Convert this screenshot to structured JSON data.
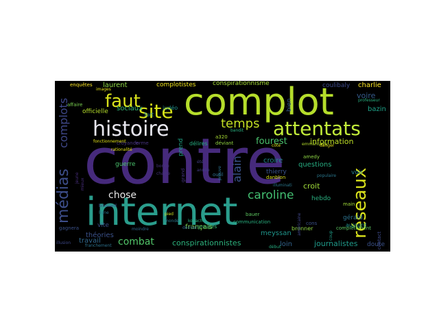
{
  "words": [
    {
      "text": "contre",
      "color": "#462a7c"
    },
    {
      "text": "internet",
      "color": "#2a9d8c"
    },
    {
      "text": "complot",
      "color": "#b5dd2b"
    },
    {
      "text": "histoire",
      "color": "#e8e7ef"
    },
    {
      "text": "attentats",
      "color": "#c2ec3a"
    },
    {
      "text": "réseaux",
      "color": "#d9e11c"
    },
    {
      "text": "site",
      "color": "#d8e219"
    },
    {
      "text": "faut",
      "color": "#d9e11c"
    },
    {
      "text": "médias",
      "color": "#3d4e8a"
    },
    {
      "text": "complots",
      "color": "#3f4889"
    },
    {
      "text": "temps",
      "color": "#c2df23"
    },
    {
      "text": "caroline",
      "color": "#43bf71"
    },
    {
      "text": "alain",
      "color": "#3a538b"
    },
    {
      "text": "fourest",
      "color": "#4ac16d"
    },
    {
      "text": "chose",
      "color": "#e8e8e8"
    },
    {
      "text": "combat",
      "color": "#52c569"
    },
    {
      "text": "conspirationnistes",
      "color": "#2db27d"
    },
    {
      "text": "journalistes",
      "color": "#1f9a8a"
    },
    {
      "text": "information",
      "color": "#bddf26"
    },
    {
      "text": "croit",
      "color": "#9fda3a"
    },
    {
      "text": "laurent",
      "color": "#8ed645"
    },
    {
      "text": "sociaux",
      "color": "#35b779"
    },
    {
      "text": "théories",
      "color": "#3b528b"
    },
    {
      "text": "travail",
      "color": "#31688e"
    },
    {
      "text": "français",
      "color": "#7ad151"
    },
    {
      "text": "thierry",
      "color": "#3a548c"
    },
    {
      "text": "croire",
      "color": "#23888e"
    },
    {
      "text": "questions",
      "color": "#27ad81"
    },
    {
      "text": "voir",
      "color": "#277f8e"
    },
    {
      "text": "voire",
      "color": "#365c8d"
    },
    {
      "text": "bazin",
      "color": "#1fa187"
    },
    {
      "text": "charlie",
      "color": "#fde725"
    },
    {
      "text": "coulibaly",
      "color": "#3e4a89"
    },
    {
      "text": "complotistes",
      "color": "#f1e51d"
    },
    {
      "text": "conspirationnisme",
      "color": "#a5db36"
    },
    {
      "text": "hebdo",
      "color": "#29af7f"
    },
    {
      "text": "gérald",
      "color": "#2c728e"
    },
    {
      "text": "bronner",
      "color": "#8ed645"
    },
    {
      "text": "meyssan",
      "color": "#1f958b"
    },
    {
      "text": "loin",
      "color": "#33638d"
    },
    {
      "text": "doute",
      "color": "#3b528b"
    },
    {
      "text": "aujourd",
      "color": "#21918c"
    },
    {
      "text": "bien",
      "color": "#365d8d"
    },
    {
      "text": "guerre",
      "color": "#4ac16d"
    },
    {
      "text": "officielle",
      "color": "#b5de2b"
    },
    {
      "text": "vite",
      "color": "#3b518b"
    },
    {
      "text": "judéo",
      "color": "#21918c"
    },
    {
      "text": "fort",
      "color": "#26828e"
    },
    {
      "text": "prend",
      "color": "#20a486"
    },
    {
      "text": "délires",
      "color": "#26ad81"
    },
    {
      "text": "amedy",
      "color": "#8ed645"
    },
    {
      "text": "danblon",
      "color": "#dde318"
    },
    {
      "text": "a320",
      "color": "#a8db34"
    },
    {
      "text": "déviant",
      "color": "#93d741"
    },
    {
      "text": "grand",
      "color": "#46337f"
    },
    {
      "text": "bonne",
      "color": "#46337f"
    },
    {
      "text": "chaîne",
      "color": "#46337f"
    },
    {
      "text": "croyance",
      "color": "#46337f"
    },
    {
      "text": "forme",
      "color": "#46337f"
    },
    {
      "text": "bauer",
      "color": "#46337f"
    },
    {
      "text": "communication",
      "color": "#46337f"
    },
    {
      "text": "groupes",
      "color": "#5ec962"
    },
    {
      "text": "début",
      "color": "#29af7f"
    },
    {
      "text": "dernier",
      "color": "#3fbc73"
    },
    {
      "text": "enquêtes",
      "color": "#27ad81"
    },
    {
      "text": "images",
      "color": "#31688e"
    },
    {
      "text": "contact",
      "color": "#fde725"
    },
    {
      "text": "emmanuelle",
      "color": "#e7e419"
    },
    {
      "text": "illuminati",
      "color": "#3e4a89"
    },
    {
      "text": "complètement",
      "color": "#b5de2b"
    },
    {
      "text": "main",
      "color": "#2a788e"
    },
    {
      "text": "coup",
      "color": "#5ec962"
    },
    {
      "text": "cons",
      "color": "#a0da39"
    },
    {
      "text": "américaine",
      "color": "#1f9e89"
    },
    {
      "text": "illusion",
      "color": "#3b528b"
    },
    {
      "text": "franchement",
      "color": "#404688"
    },
    {
      "text": "gagnera",
      "color": "#3e4989"
    },
    {
      "text": "moindre",
      "color": "#2c728e"
    },
    {
      "text": "brossard",
      "color": "#3b528b"
    },
    {
      "text": "ligne",
      "color": "#31688e"
    },
    {
      "text": "jeune",
      "color": "#3b528b"
    },
    {
      "text": "mieux",
      "color": "#2a788e"
    },
    {
      "text": "ailleurs",
      "color": "#2a788e"
    },
    {
      "text": "affaire",
      "color": "#472d7b"
    },
    {
      "text": "fonctionnement",
      "color": "#472d7b"
    },
    {
      "text": "rationalité",
      "color": "#7ad151"
    },
    {
      "text": "fin",
      "color": "#7ad151"
    },
    {
      "text": "paris",
      "color": "#e5e419"
    },
    {
      "text": "musulman",
      "color": "#e5e419"
    },
    {
      "text": "côté",
      "color": "#e5e419"
    },
    {
      "text": "danger",
      "color": "#e5e419"
    },
    {
      "text": "pied",
      "color": "#e5e419"
    },
    {
      "text": "monde",
      "color": "#e5e419"
    },
    {
      "text": "outil",
      "color": "#c8e020"
    },
    {
      "text": "genre",
      "color": "#2a788e"
    },
    {
      "text": "été",
      "color": "#2e6f8e"
    },
    {
      "text": "année",
      "color": "#2e6f8e"
    },
    {
      "text": "preuve",
      "color": "#433e85"
    },
    {
      "text": "donne",
      "color": "#433e85"
    },
    {
      "text": "officielles",
      "color": "#2c728e"
    },
    {
      "text": "juifs",
      "color": "#2c728e"
    },
    {
      "text": "conditions",
      "color": "#7ad151"
    },
    {
      "text": "professeur",
      "color": "#7ad151"
    },
    {
      "text": "bandit",
      "color": "#29af7f"
    },
    {
      "text": "kouachi",
      "color": "#29af7f"
    },
    {
      "text": "immédiatement",
      "color": "#29af7f"
    },
    {
      "text": "penser",
      "color": "#29af7f"
    },
    {
      "text": "prêt",
      "color": "#3b528b"
    },
    {
      "text": "rencontrer",
      "color": "#2a788e"
    },
    {
      "text": "permet",
      "color": "#2a788e"
    },
    {
      "text": "chute",
      "color": "#2a788e"
    },
    {
      "text": "populaire",
      "color": "#2a788e"
    },
    {
      "text": "maison",
      "color": "#2a788e"
    },
    {
      "text": "société",
      "color": "#3b528b"
    },
    {
      "text": "vision",
      "color": "#3b528b"
    },
    {
      "text": "abord",
      "color": "#3b528b"
    },
    {
      "text": "chose",
      "color": "#3b528b"
    }
  ]
}
